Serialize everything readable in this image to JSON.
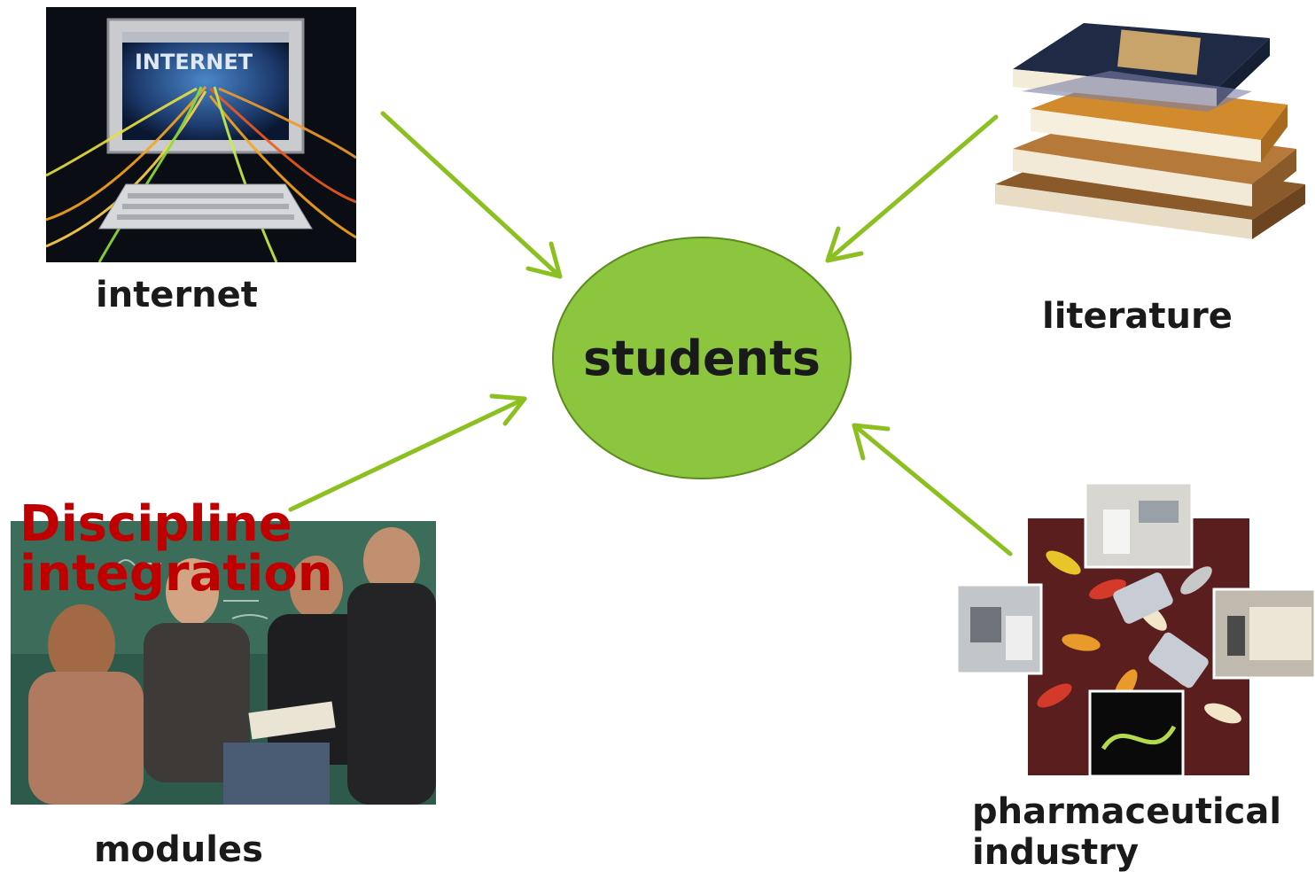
{
  "center": {
    "label": "students"
  },
  "sources": {
    "internet": {
      "label": "internet",
      "screen_text": "INTERNET"
    },
    "literature": {
      "label": "literature"
    },
    "pharma": {
      "label_line1": "pharmaceutical",
      "label_line2": "industry"
    },
    "modules": {
      "label": "modules"
    }
  },
  "overlay": {
    "line1": "Discipline",
    "line2": "integration"
  },
  "colors": {
    "arrow": "#8cc020",
    "ellipse_fill": "#8cc63f",
    "ellipse_stroke": "#5c8a1e",
    "overlay_text": "#c00000"
  }
}
